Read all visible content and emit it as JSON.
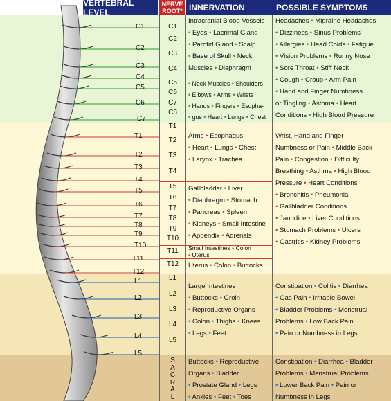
{
  "headers": {
    "vertebral_level": "VERTEBRAL LEVEL",
    "nerve_root_1": "NERVE",
    "nerve_root_2": "ROOT*",
    "innervation": "INNERVATION",
    "symptoms": "POSSIBLE SYMPTOMS"
  },
  "colors": {
    "header_bg": "#1b2a7a",
    "nerve_header_bg": "#c62828",
    "cervical_bg": "#e9f6d6",
    "thoracic_bg": "#fff8d6",
    "lumbar_bg": "#f5e6b8",
    "sacral_bg": "#e2c896",
    "cervical_line": "#2e9a2e",
    "thoracic_line": "#d23b2b",
    "lumbar_line": "#1f5fb4",
    "bullet_cervical": "#2e9a2e",
    "bullet_thoracic": "#d23b2b",
    "bullet_lumbar": "#1f7fd4"
  },
  "vertebral_levels": [
    "C1",
    "C2",
    "C3",
    "C4",
    "C5",
    "C6",
    "C7",
    "T1",
    "T2",
    "T3",
    "T4",
    "T5",
    "T6",
    "T7",
    "T8",
    "T9",
    "T10",
    "T11",
    "T12",
    "L1",
    "L2",
    "L3",
    "L4",
    "L5"
  ],
  "nerve_roots": [
    "C1",
    "C2",
    "C3",
    "C4",
    "C5",
    "C6",
    "C7",
    "C8",
    "T1",
    "T2",
    "T3",
    "T4",
    "T5",
    "T6",
    "T7",
    "T8",
    "T9",
    "T10",
    "T11",
    "T12",
    "L1",
    "L2",
    "L3",
    "L4",
    "L5"
  ],
  "sacral_letters": [
    "S",
    "A",
    "C",
    "R",
    "A",
    "L"
  ],
  "innervation": {
    "c_upper": [
      "Intracranial Blood Vessels",
      "Eyes",
      "Lacrimal Gland",
      "Parotid Gland",
      "Scalp",
      "Base of Skull",
      "Neck",
      "Muscles",
      "Diaphragm"
    ],
    "c_lower": [
      "Neck Muscles",
      "Shoulders",
      "Elbows",
      "Arms",
      "Wrists",
      "Hands",
      "Fingers",
      "Esopha-",
      "gus",
      "Heart",
      "Lungs",
      "Chest"
    ],
    "t_upper": [
      "Arms",
      "Esophagus",
      "Heart",
      "Lungs",
      "Chest",
      "Larynx",
      "Trachea"
    ],
    "t_middle": [
      "Gallbladder",
      "Liver",
      "Diaphragm",
      "Stomach",
      "Pancreas",
      "Spleen",
      "Kidneys",
      "Small Intestine",
      "Appendix",
      "Adrenals"
    ],
    "t11": [
      "Small Intestines",
      "Colon",
      "Uterus"
    ],
    "t12": [
      "Uterus",
      "Colon",
      "Buttocks"
    ],
    "lumbar": [
      "Large Intestines",
      "Buttocks",
      "Groin",
      "Reproductive Organs",
      "Colon",
      "Thighs",
      "Knees",
      "Legs",
      "Feet"
    ],
    "sacral": [
      "Buttocks",
      "Reproductive",
      "Organs",
      "Bladder",
      "Prostate Gland",
      "Legs",
      "Ankles",
      "Feet",
      "Toes"
    ]
  },
  "symptoms": {
    "cervical": [
      "Headaches",
      "Migraine Headaches",
      "Dizziness",
      "Sinus Problems",
      "Allergies",
      "Head Colds",
      "Fatigue",
      "Vision Problems",
      "Runny Nose",
      "Sore Throat",
      "Stiff Neck",
      "Cough",
      "Croup",
      "Arm Pain",
      "Hand and Finger Numbness",
      "or Tingling",
      "Asthma",
      "Heart",
      "Conditions",
      "High Blood Pressure"
    ],
    "thoracic": [
      "Wrist, Hand and Finger",
      "Numbness or Pain",
      "Middle Back",
      "Pain",
      "Congestion",
      "Difficulty",
      "Breathing",
      "Asthma",
      "High Blood",
      "Pressure",
      "Heart Conditions",
      "Bronchitis",
      "Pneumonia",
      "Gallbladder Conditions",
      "Jaundice",
      "Liver Conditions",
      "Stomach Problems",
      "Ulcers",
      "Gastritis",
      "Kidney Problems"
    ],
    "lumbar": [
      "Constipation",
      "Colitis",
      "Diarrhea",
      "Gas Pain",
      "Irritable Bowel",
      "Bladder Problems",
      "Menstrual",
      "Problems",
      "Low Back Pain",
      "Pain or Numbness in Legs"
    ],
    "sacral": [
      "Constipation",
      "Diarrhea",
      "Bladder",
      "Problems",
      "Menstrual Problems",
      "Lower Back Pain",
      "Pain or",
      "Numbness in Legs"
    ]
  }
}
